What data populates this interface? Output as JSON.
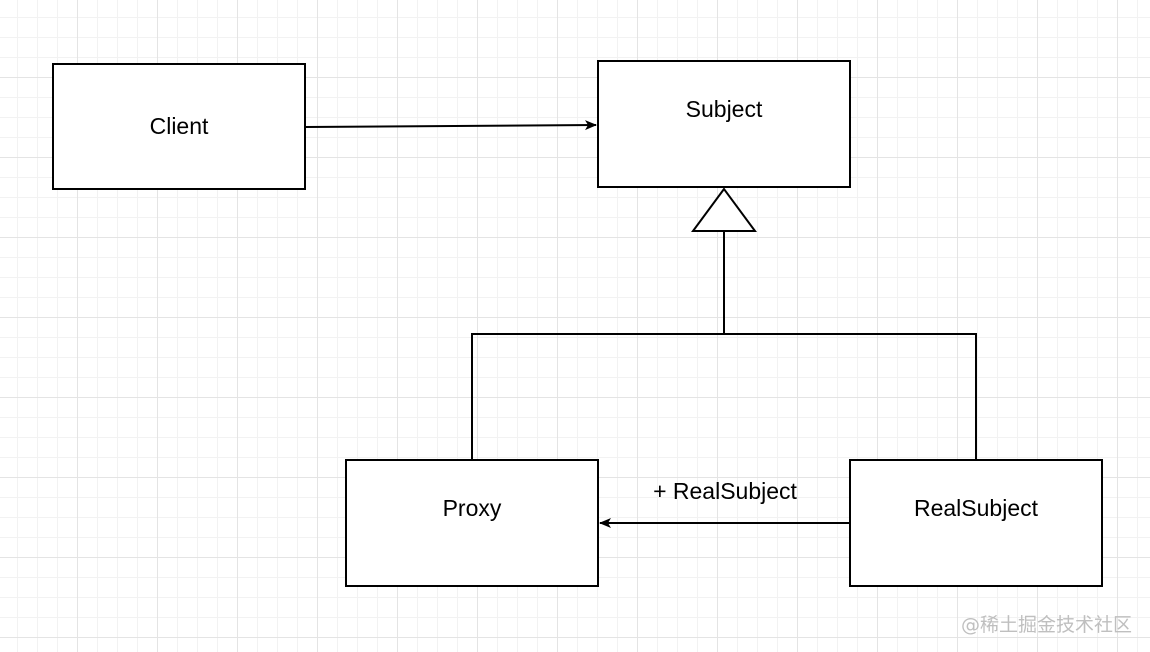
{
  "diagram": {
    "nodes": {
      "client": "Client",
      "subject": "Subject",
      "proxy": "Proxy",
      "real_subject": "RealSubject"
    },
    "edges": [
      {
        "from": "client",
        "to": "subject",
        "kind": "association-arrow"
      },
      {
        "from": "proxy",
        "to": "subject",
        "kind": "inheritance-triangle"
      },
      {
        "from": "real_subject",
        "to": "subject",
        "kind": "inheritance-triangle"
      },
      {
        "from": "real_subject",
        "to": "proxy",
        "kind": "association-arrow",
        "label": "+ RealSubject"
      }
    ],
    "colors": {
      "line": "#000000",
      "background": "#ffffff",
      "grid": "#e4e4e4",
      "watermark": "#bfbfbf"
    }
  },
  "watermark": {
    "text": "@稀土掘金技术社区"
  }
}
